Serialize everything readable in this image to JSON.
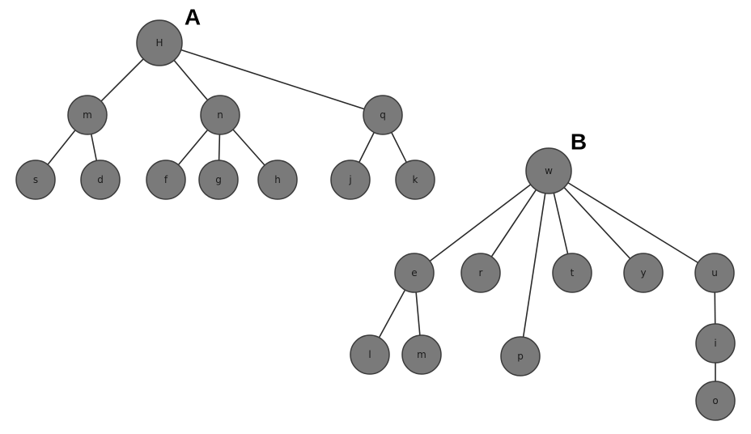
{
  "trees": [
    {
      "id": "A",
      "label": "A",
      "nodes": [
        {
          "id": "H",
          "label": "H"
        },
        {
          "id": "m",
          "label": "m"
        },
        {
          "id": "n",
          "label": "n"
        },
        {
          "id": "q",
          "label": "q"
        },
        {
          "id": "s",
          "label": "s"
        },
        {
          "id": "d",
          "label": "d"
        },
        {
          "id": "f",
          "label": "f"
        },
        {
          "id": "g",
          "label": "g"
        },
        {
          "id": "h",
          "label": "h"
        },
        {
          "id": "j",
          "label": "j"
        },
        {
          "id": "k",
          "label": "k"
        }
      ],
      "edges": [
        [
          "H",
          "m"
        ],
        [
          "H",
          "n"
        ],
        [
          "H",
          "q"
        ],
        [
          "m",
          "s"
        ],
        [
          "m",
          "d"
        ],
        [
          "n",
          "f"
        ],
        [
          "n",
          "g"
        ],
        [
          "n",
          "h"
        ],
        [
          "q",
          "j"
        ],
        [
          "q",
          "k"
        ]
      ]
    },
    {
      "id": "B",
      "label": "B",
      "nodes": [
        {
          "id": "w",
          "label": "w"
        },
        {
          "id": "e",
          "label": "e"
        },
        {
          "id": "r",
          "label": "r"
        },
        {
          "id": "t",
          "label": "t"
        },
        {
          "id": "y",
          "label": "y"
        },
        {
          "id": "u",
          "label": "u"
        },
        {
          "id": "l",
          "label": "l"
        },
        {
          "id": "m2",
          "label": "m"
        },
        {
          "id": "p",
          "label": "p"
        },
        {
          "id": "i",
          "label": "i"
        },
        {
          "id": "o",
          "label": "o"
        }
      ],
      "edges": [
        [
          "w",
          "e"
        ],
        [
          "w",
          "r"
        ],
        [
          "w",
          "t"
        ],
        [
          "w",
          "y"
        ],
        [
          "w",
          "u"
        ],
        [
          "w",
          "p"
        ],
        [
          "e",
          "l"
        ],
        [
          "e",
          "m2"
        ],
        [
          "u",
          "i"
        ],
        [
          "i",
          "o"
        ]
      ]
    }
  ]
}
